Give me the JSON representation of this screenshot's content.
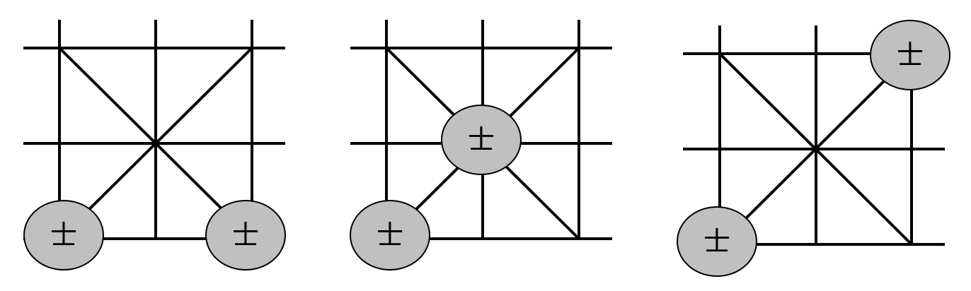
{
  "colors": {
    "background": "#ffffff",
    "line": "#000000",
    "piece_fill": "#c0c0c0",
    "piece_stroke": "#000000",
    "piece_text": "#000000"
  },
  "piece_symbol": "士",
  "panels": [
    {
      "id": "panel-1",
      "pieces": [
        "bottom-left",
        "bottom-right"
      ]
    },
    {
      "id": "panel-2",
      "pieces": [
        "bottom-left",
        "center"
      ]
    },
    {
      "id": "panel-3",
      "pieces": [
        "bottom-left",
        "top-right"
      ]
    }
  ]
}
